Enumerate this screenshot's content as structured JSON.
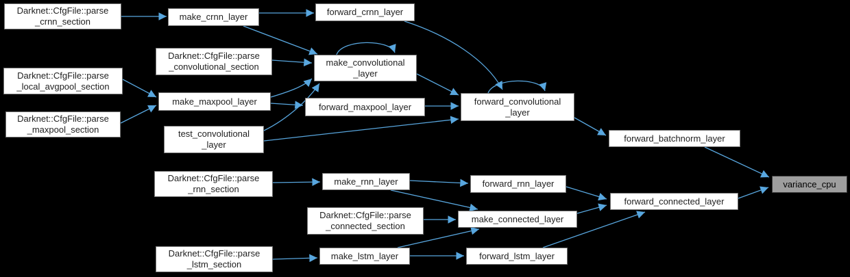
{
  "diagram": {
    "type": "doxygen-caller-graph",
    "highlighted_node": "variance_cpu",
    "colors": {
      "background": "#000000",
      "edge": "#58a6de",
      "node_fill": "#ffffff",
      "node_border": "#757575",
      "node_text": "#1f1f1f",
      "highlight_fill": "#9e9e9e",
      "highlight_border": "#3a3a3a",
      "highlight_text": "#000000"
    },
    "nodes": [
      {
        "id": "parse_crnn",
        "label": "Darknet::CfgFile::parse_crnn_section",
        "lines": [
          "Darknet::CfgFile::parse",
          "_crnn_section"
        ],
        "highlighted": false
      },
      {
        "id": "make_crnn",
        "label": "make_crnn_layer",
        "lines": [
          "make_crnn_layer"
        ],
        "highlighted": false
      },
      {
        "id": "forward_crnn",
        "label": "forward_crnn_layer",
        "lines": [
          "forward_crnn_layer"
        ],
        "highlighted": false
      },
      {
        "id": "parse_conv",
        "label": "Darknet::CfgFile::parse_convolutional_section",
        "lines": [
          "Darknet::CfgFile::parse",
          "_convolutional_section"
        ],
        "highlighted": false
      },
      {
        "id": "make_conv",
        "label": "make_convolutional_layer",
        "lines": [
          "make_convolutional",
          "_layer"
        ],
        "highlighted": false
      },
      {
        "id": "parse_avgpool",
        "label": "Darknet::CfgFile::parse_local_avgpool_section",
        "lines": [
          "Darknet::CfgFile::parse",
          "_local_avgpool_section"
        ],
        "highlighted": false
      },
      {
        "id": "make_maxpool",
        "label": "make_maxpool_layer",
        "lines": [
          "make_maxpool_layer"
        ],
        "highlighted": false
      },
      {
        "id": "parse_maxpool",
        "label": "Darknet::CfgFile::parse_maxpool_section",
        "lines": [
          "Darknet::CfgFile::parse",
          "_maxpool_section"
        ],
        "highlighted": false
      },
      {
        "id": "forward_maxpool",
        "label": "forward_maxpool_layer",
        "lines": [
          "forward_maxpool_layer"
        ],
        "highlighted": false
      },
      {
        "id": "forward_conv",
        "label": "forward_convolutional_layer",
        "lines": [
          "forward_convolutional",
          "_layer"
        ],
        "highlighted": false
      },
      {
        "id": "test_conv",
        "label": "test_convolutional_layer",
        "lines": [
          "test_convolutional",
          "_layer"
        ],
        "highlighted": false
      },
      {
        "id": "forward_batchnorm",
        "label": "forward_batchnorm_layer",
        "lines": [
          "forward_batchnorm_layer"
        ],
        "highlighted": false
      },
      {
        "id": "parse_rnn",
        "label": "Darknet::CfgFile::parse_rnn_section",
        "lines": [
          "Darknet::CfgFile::parse",
          "_rnn_section"
        ],
        "highlighted": false
      },
      {
        "id": "make_rnn",
        "label": "make_rnn_layer",
        "lines": [
          "make_rnn_layer"
        ],
        "highlighted": false
      },
      {
        "id": "forward_rnn",
        "label": "forward_rnn_layer",
        "lines": [
          "forward_rnn_layer"
        ],
        "highlighted": false
      },
      {
        "id": "variance_cpu",
        "label": "variance_cpu",
        "lines": [
          "variance_cpu"
        ],
        "highlighted": true
      },
      {
        "id": "forward_connected",
        "label": "forward_connected_layer",
        "lines": [
          "forward_connected_layer"
        ],
        "highlighted": false
      },
      {
        "id": "parse_connected",
        "label": "Darknet::CfgFile::parse_connected_section",
        "lines": [
          "Darknet::CfgFile::parse",
          "_connected_section"
        ],
        "highlighted": false
      },
      {
        "id": "make_connected",
        "label": "make_connected_layer",
        "lines": [
          "make_connected_layer"
        ],
        "highlighted": false
      },
      {
        "id": "parse_lstm",
        "label": "Darknet::CfgFile::parse_lstm_section",
        "lines": [
          "Darknet::CfgFile::parse",
          "_lstm_section"
        ],
        "highlighted": false
      },
      {
        "id": "make_lstm",
        "label": "make_lstm_layer",
        "lines": [
          "make_lstm_layer"
        ],
        "highlighted": false
      },
      {
        "id": "forward_lstm",
        "label": "forward_lstm_layer",
        "lines": [
          "forward_lstm_layer"
        ],
        "highlighted": false
      }
    ],
    "edges": [
      {
        "from": "parse_crnn",
        "to": "make_crnn"
      },
      {
        "from": "make_crnn",
        "to": "forward_crnn"
      },
      {
        "from": "make_crnn",
        "to": "make_conv"
      },
      {
        "from": "forward_crnn",
        "to": "forward_conv"
      },
      {
        "from": "parse_conv",
        "to": "make_conv"
      },
      {
        "from": "make_conv",
        "to": "make_conv"
      },
      {
        "from": "make_conv",
        "to": "forward_conv"
      },
      {
        "from": "parse_avgpool",
        "to": "make_maxpool"
      },
      {
        "from": "parse_maxpool",
        "to": "make_maxpool"
      },
      {
        "from": "make_maxpool",
        "to": "make_conv"
      },
      {
        "from": "make_maxpool",
        "to": "forward_maxpool"
      },
      {
        "from": "forward_maxpool",
        "to": "forward_conv"
      },
      {
        "from": "test_conv",
        "to": "make_conv"
      },
      {
        "from": "test_conv",
        "to": "forward_conv"
      },
      {
        "from": "forward_conv",
        "to": "forward_conv"
      },
      {
        "from": "forward_conv",
        "to": "forward_batchnorm"
      },
      {
        "from": "forward_batchnorm",
        "to": "variance_cpu"
      },
      {
        "from": "parse_rnn",
        "to": "make_rnn"
      },
      {
        "from": "make_rnn",
        "to": "forward_rnn"
      },
      {
        "from": "make_rnn",
        "to": "make_connected"
      },
      {
        "from": "forward_rnn",
        "to": "forward_connected"
      },
      {
        "from": "parse_connected",
        "to": "make_connected"
      },
      {
        "from": "make_connected",
        "to": "forward_connected"
      },
      {
        "from": "forward_connected",
        "to": "variance_cpu"
      },
      {
        "from": "parse_lstm",
        "to": "make_lstm"
      },
      {
        "from": "make_lstm",
        "to": "make_connected"
      },
      {
        "from": "make_lstm",
        "to": "forward_lstm"
      },
      {
        "from": "forward_lstm",
        "to": "forward_connected"
      }
    ]
  }
}
